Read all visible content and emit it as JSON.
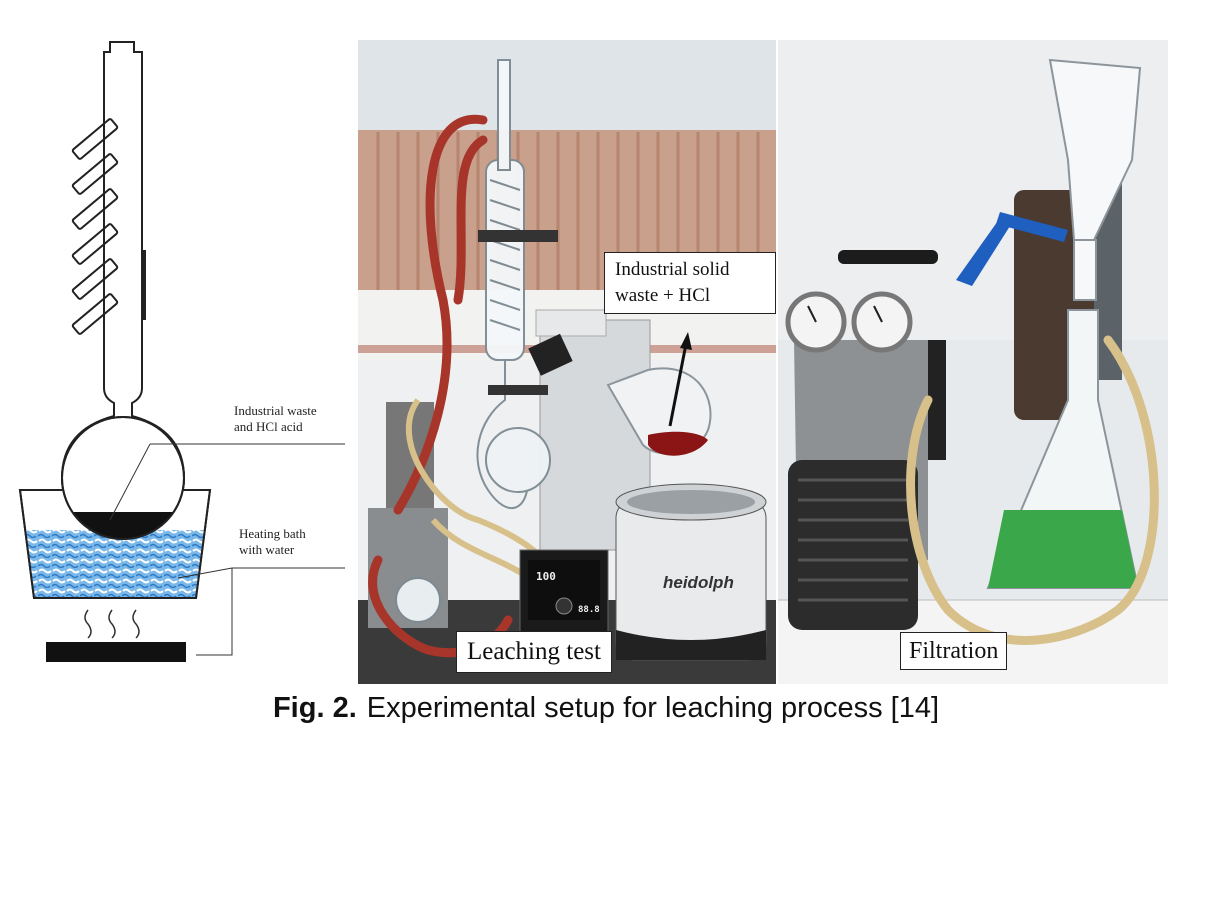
{
  "schematic": {
    "label_waste": "Industrial waste\nand HCl acid",
    "label_bath": "Heating bath\nwith water"
  },
  "leaching_photo": {
    "callout": "Industrial solid waste + HCl",
    "title": "Leaching test",
    "display_top": "100",
    "display_bottom": "88.8",
    "brand": "heidolph"
  },
  "filtration_photo": {
    "title": "Filtration"
  },
  "caption": {
    "label": "Fig. 2.",
    "text": "Experimental setup for leaching process [14]"
  },
  "colors": {
    "bath_water": "#3f8fd6",
    "waste_mixture": "#111111",
    "leachate_red": "#8b1414",
    "filtrate_green": "#3aa84a",
    "tubing_red": "#a8352a",
    "tubing_tan": "#d8c08a",
    "clamp_blue": "#1f5fc0"
  }
}
